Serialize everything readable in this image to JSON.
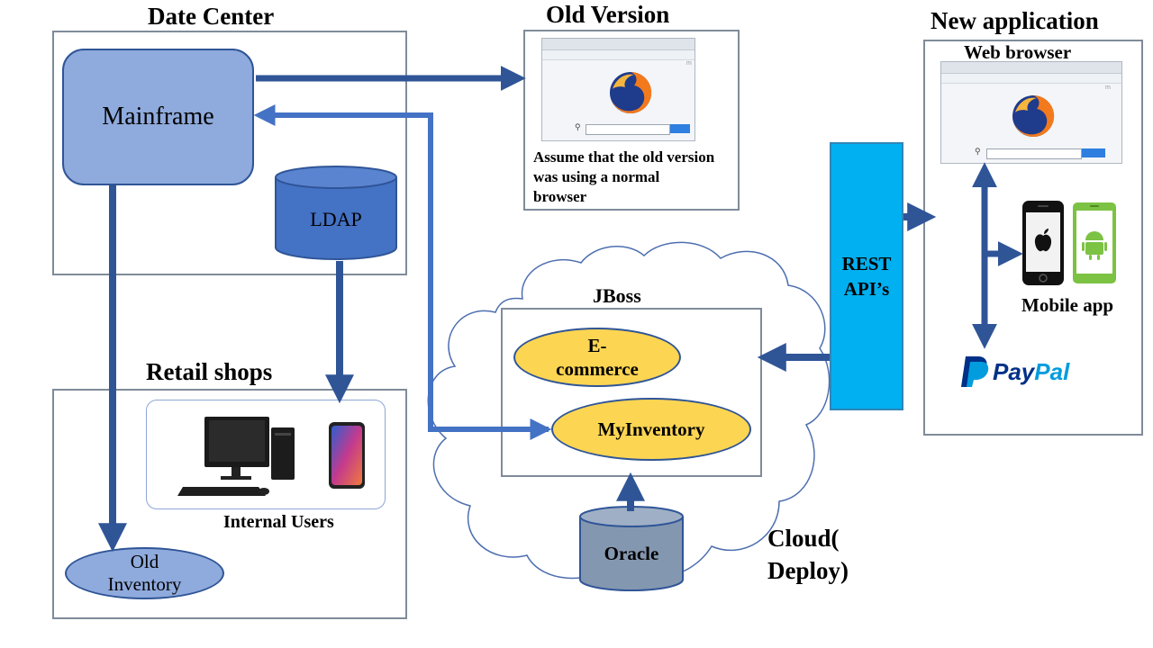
{
  "labels": {
    "data_center": "Date Center",
    "mainframe": "Mainframe",
    "ldap": "LDAP",
    "retail_shops": "Retail shops",
    "internal_users": "Internal Users",
    "old_inventory_line1": "Old",
    "old_inventory_line2": "Inventory",
    "old_version": "Old Version",
    "old_version_note_line1": "Assume that the old version",
    "old_version_note_line2": "was using a normal",
    "old_version_note_line3": "browser",
    "jboss": "JBoss",
    "ecommerce_line1": "E-",
    "ecommerce_line2": "commerce",
    "myinventory": "MyInventory",
    "oracle": "Oracle",
    "cloud_line1": "Cloud(",
    "cloud_line2": "Deploy)",
    "rest_line1": "REST",
    "rest_line2": "API’s",
    "new_application": "New application",
    "web_browser": "Web browser",
    "mobile_app": "Mobile app",
    "paypal_pay": "Pay",
    "paypal_pal": "Pal"
  },
  "colors": {
    "arrow_dark": "#2f5597",
    "arrow_light": "#4472c4",
    "mainframe_fill": "#8faadc",
    "ldap_fill": "#4472c4",
    "rest_fill": "#00b0f0",
    "oracle_fill": "#8497b0",
    "ellipse_fill": "#fcd552",
    "paypal_dark": "#003087",
    "paypal_light": "#009cde"
  }
}
